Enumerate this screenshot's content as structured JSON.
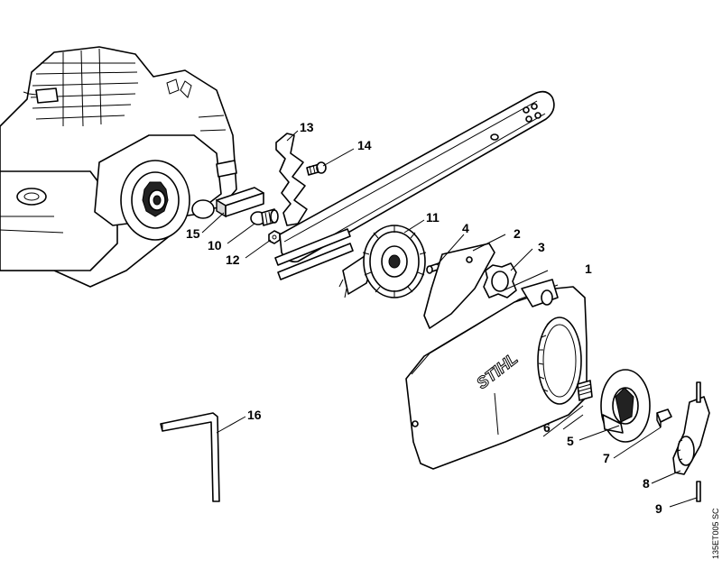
{
  "diagram": {
    "brand_text": "STIHL",
    "drawing_code": "135ET005 SC",
    "callouts": [
      {
        "id": "c1",
        "label": "1"
      },
      {
        "id": "c2",
        "label": "2"
      },
      {
        "id": "c3",
        "label": "3"
      },
      {
        "id": "c4",
        "label": "4"
      },
      {
        "id": "c5",
        "label": "5"
      },
      {
        "id": "c6",
        "label": "6"
      },
      {
        "id": "c7",
        "label": "7"
      },
      {
        "id": "c8",
        "label": "8"
      },
      {
        "id": "c9",
        "label": "9"
      },
      {
        "id": "c10",
        "label": "10"
      },
      {
        "id": "c11",
        "label": "11"
      },
      {
        "id": "c12",
        "label": "12"
      },
      {
        "id": "c13",
        "label": "13"
      },
      {
        "id": "c14",
        "label": "14"
      },
      {
        "id": "c15",
        "label": "15"
      },
      {
        "id": "c16",
        "label": "16"
      }
    ]
  }
}
